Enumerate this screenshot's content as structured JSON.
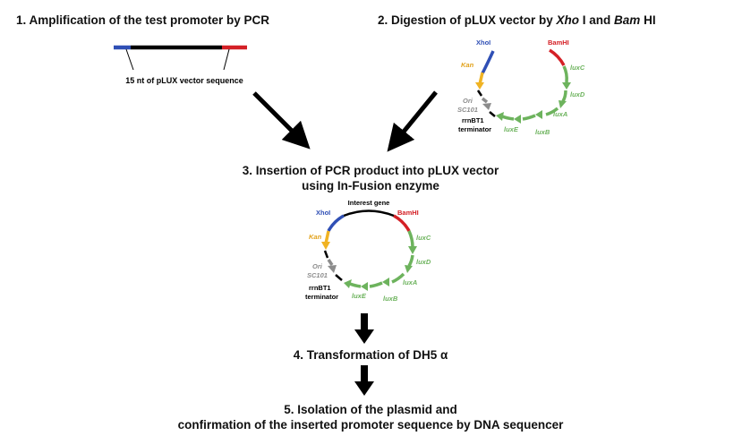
{
  "colors": {
    "blue": "#2f4fb5",
    "red": "#d42026",
    "black": "#000000",
    "green": "#6db35d",
    "gold": "#f0b323",
    "gray": "#8c8c8c",
    "labelGreen": "#6db35d",
    "labelGold": "#e2a21b"
  },
  "steps": {
    "s1": "1. Amplification of the test promoter by PCR",
    "s2_pre": "2. Digestion of pLUX vector by ",
    "s2_xho": "Xho",
    "s2_mid": " I and ",
    "s2_bam": "Bam",
    "s2_post": " HI",
    "s3_line1": "3. Insertion of PCR product into pLUX vector",
    "s3_line2": "using In-Fusion enzyme",
    "s4": "4. Transformation of DH5 α",
    "s5_line1": "5. Isolation of the plasmid and",
    "s5_line2": "confirmation of the inserted promoter sequence by DNA sequencer"
  },
  "pcr": {
    "note": "15 nt of pLUX vector sequence"
  },
  "vector": {
    "xhoi": "XhoI",
    "bamhi": "BamHI",
    "kan": "Kan",
    "ori": "Ori",
    "sc101": "SC101",
    "rrnbt1": "rrnBT1",
    "terminator": "terminator",
    "luxC": "luxC",
    "luxD": "luxD",
    "luxA": "luxA",
    "luxB": "luxB",
    "luxE": "luxE"
  },
  "plasmid": {
    "interest": "Interest gene"
  }
}
